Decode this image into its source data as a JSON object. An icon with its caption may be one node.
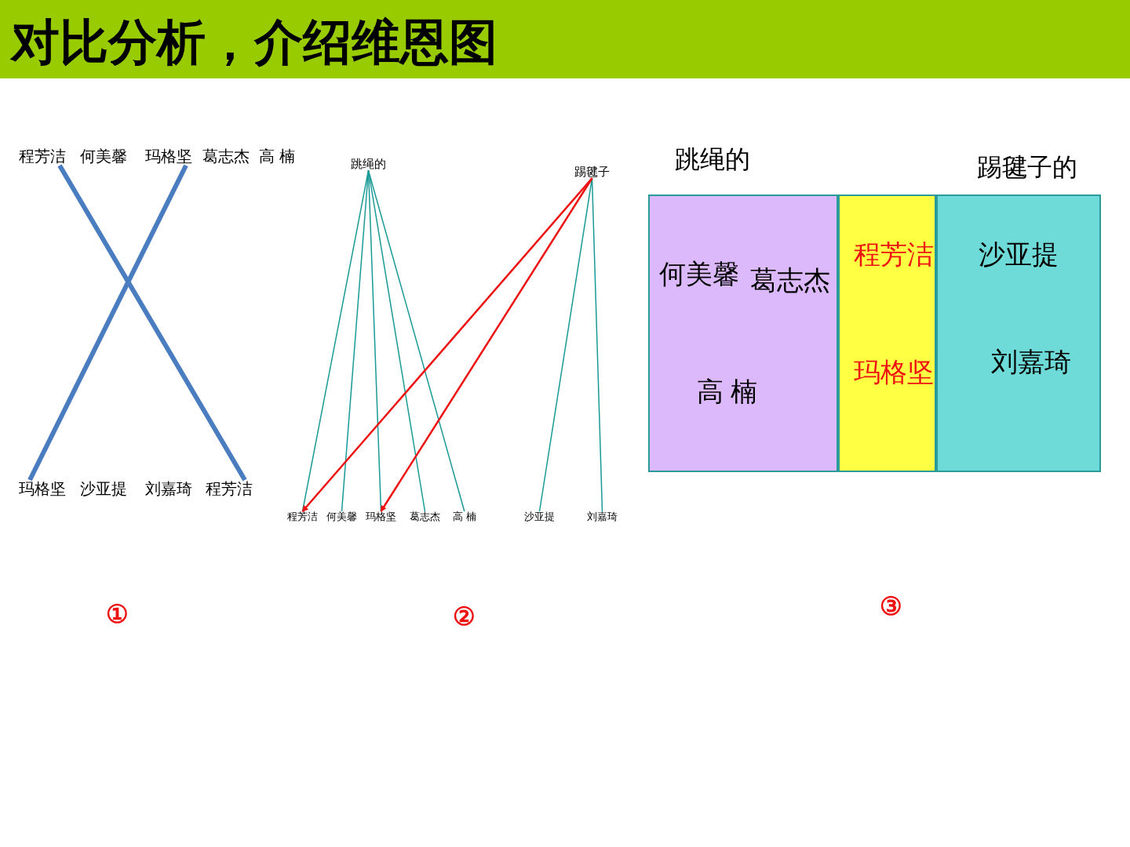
{
  "diagram": {
    "title": "对比分析，介绍维恩图",
    "nodes": [
      {
        "text": [
          "程芳洁"
        ]
      },
      {
        "text": [
          "何美馨"
        ]
      },
      {
        "text": [
          "玛格坚"
        ]
      },
      {
        "text": [
          "葛志杰"
        ]
      },
      {
        "text": [
          "高 楠"
        ]
      },
      {
        "text": [
          "玛格坚"
        ]
      },
      {
        "text": [
          "沙亚提"
        ]
      },
      {
        "text": [
          "刘嘉琦"
        ]
      },
      {
        "text": [
          "程芳洁"
        ]
      },
      {
        "text": [
          "跳绳的"
        ]
      },
      {
        "text": [
          "踢毽子"
        ]
      },
      {
        "text": [
          "程芳洁"
        ]
      },
      {
        "text": [
          "何美馨"
        ]
      },
      {
        "text": [
          "玛格坚"
        ]
      },
      {
        "text": [
          "葛志杰"
        ]
      },
      {
        "text": [
          "高 楠"
        ]
      },
      {
        "text": [
          "沙亚提"
        ]
      },
      {
        "text": [
          "刘嘉琦"
        ]
      },
      {
        "text": [
          "跳绳的",
          "何美馨",
          "葛志杰",
          "高 楠"
        ]
      },
      {
        "text": [
          "程芳洁",
          "玛格坚"
        ]
      },
      {
        "text": [
          "踢毽子的",
          "沙亚提",
          "刘嘉琦"
        ]
      }
    ],
    "edges": [
      {
        "from": 0,
        "to": 8,
        "arrow": "none",
        "style": "thick",
        "color": "#4a7cc0"
      },
      {
        "from": 2,
        "to": 5,
        "arrow": "none",
        "style": "thick",
        "color": "#4a7cc0"
      },
      {
        "from": 9,
        "to": 11,
        "arrow": "none"
      },
      {
        "from": 9,
        "to": 12,
        "arrow": "none"
      },
      {
        "from": 9,
        "to": 13,
        "arrow": "none"
      },
      {
        "from": 9,
        "to": 14,
        "arrow": "none"
      },
      {
        "from": 9,
        "to": 15,
        "arrow": "none"
      },
      {
        "from": 10,
        "to": 16,
        "arrow": "none"
      },
      {
        "from": 10,
        "to": 17,
        "arrow": "none"
      },
      {
        "from": 10,
        "to": 11,
        "arrow": "to",
        "color": "#ee1111"
      },
      {
        "from": 10,
        "to": 13,
        "arrow": "to",
        "color": "#ee1111"
      }
    ],
    "labels": [
      "①",
      "②",
      "③"
    ]
  }
}
